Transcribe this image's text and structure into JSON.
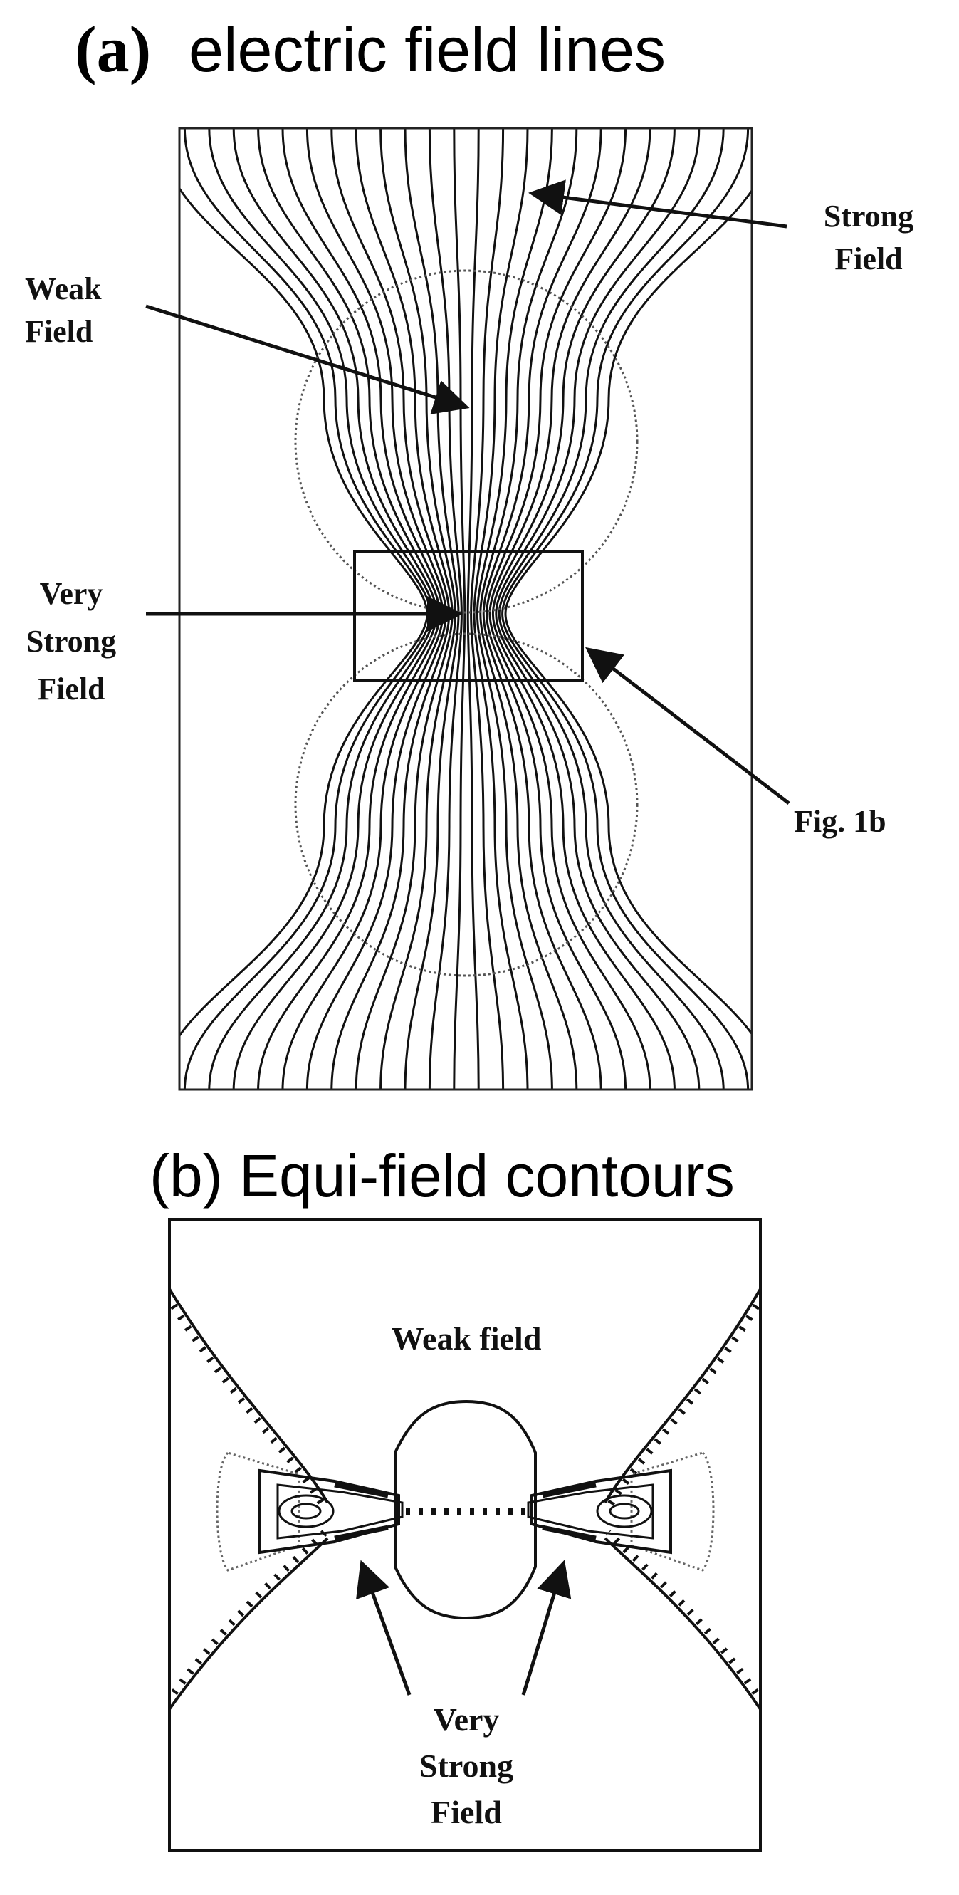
{
  "panel_a": {
    "tag": "(a)",
    "title": "electric field lines",
    "labels": {
      "strong_1": "Strong",
      "strong_2": "Field",
      "weak_1": "Weak",
      "weak_2": "Field",
      "very_1": "Very",
      "very_2": "Strong",
      "very_3": "Field",
      "figref": "Fig. 1b"
    }
  },
  "panel_b": {
    "title": "(b) Equi-field contours",
    "labels": {
      "weak": "Weak field",
      "very_1": "Very",
      "very_2": "Strong",
      "very_3": "Field"
    }
  },
  "colors": {
    "ink": "#111111",
    "background": "#ffffff"
  }
}
